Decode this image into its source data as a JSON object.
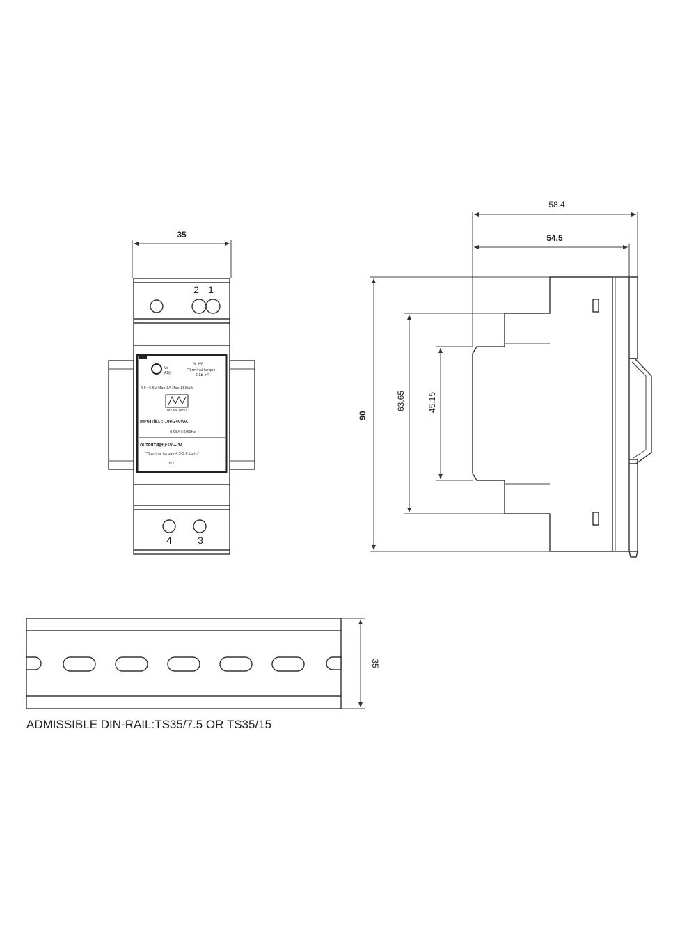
{
  "front_view": {
    "width_dim": "35",
    "terminal_top_labels": [
      "2",
      "1"
    ],
    "terminal_bottom_labels": [
      "4",
      "3"
    ],
    "label_plate": {
      "vo_adj": "Vo",
      "adj": "ADJ.",
      "polarity": "-V   +V",
      "torque_line1": "\"Terminal torque",
      "torque_line2": "5 Lb-in\"",
      "ratings": "4.5~5.5V   Max.3A   Max.15Watt",
      "brand": "MEAN WELL",
      "input_line1": "INPUT(輸入): 100-240VAC",
      "input_line2": "0.08A   50/60Hz",
      "output_line": "OUTPUT(輸出):5V ⎓ 3A",
      "torque_out": "\"Terminal torque 4.5-5.0 Lb-in\"",
      "nl": "N        L"
    }
  },
  "side_view": {
    "overall_depth": "58.4",
    "body_depth": "54.5",
    "height": "90",
    "step_height": "63.65",
    "front_height": "45.15"
  },
  "rail_view": {
    "height": "35",
    "caption": "ADMISSIBLE DIN-RAIL:TS35/7.5 OR TS35/15"
  }
}
